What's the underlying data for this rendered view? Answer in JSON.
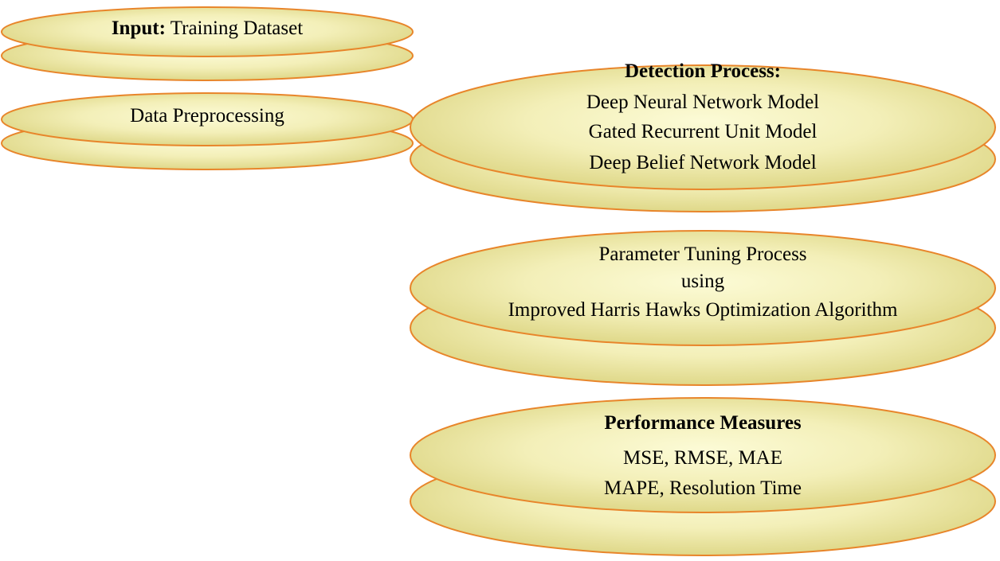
{
  "diagram": {
    "colors": {
      "fill_center": "#fcfbd6",
      "fill_edge": "#dfd889",
      "stroke": "#e8852a",
      "text": "#000000"
    },
    "nodes": [
      {
        "id": "input",
        "heading": "Input:",
        "lines": [
          "Training Dataset"
        ]
      },
      {
        "id": "preprocessing",
        "heading": "",
        "lines": [
          "Data Preprocessing"
        ]
      },
      {
        "id": "detection",
        "heading": "Detection Process:",
        "lines": [
          "Deep Neural Network Model",
          "Gated Recurrent Unit Model",
          "Deep Belief Network Model"
        ]
      },
      {
        "id": "tuning",
        "heading": "",
        "lines": [
          "Parameter Tuning Process",
          "using",
          "Improved Harris Hawks Optimization Algorithm"
        ]
      },
      {
        "id": "performance",
        "heading": "Performance Measures",
        "lines": [
          "MSE, RMSE, MAE",
          "MAPE, Resolution Time"
        ]
      }
    ]
  }
}
